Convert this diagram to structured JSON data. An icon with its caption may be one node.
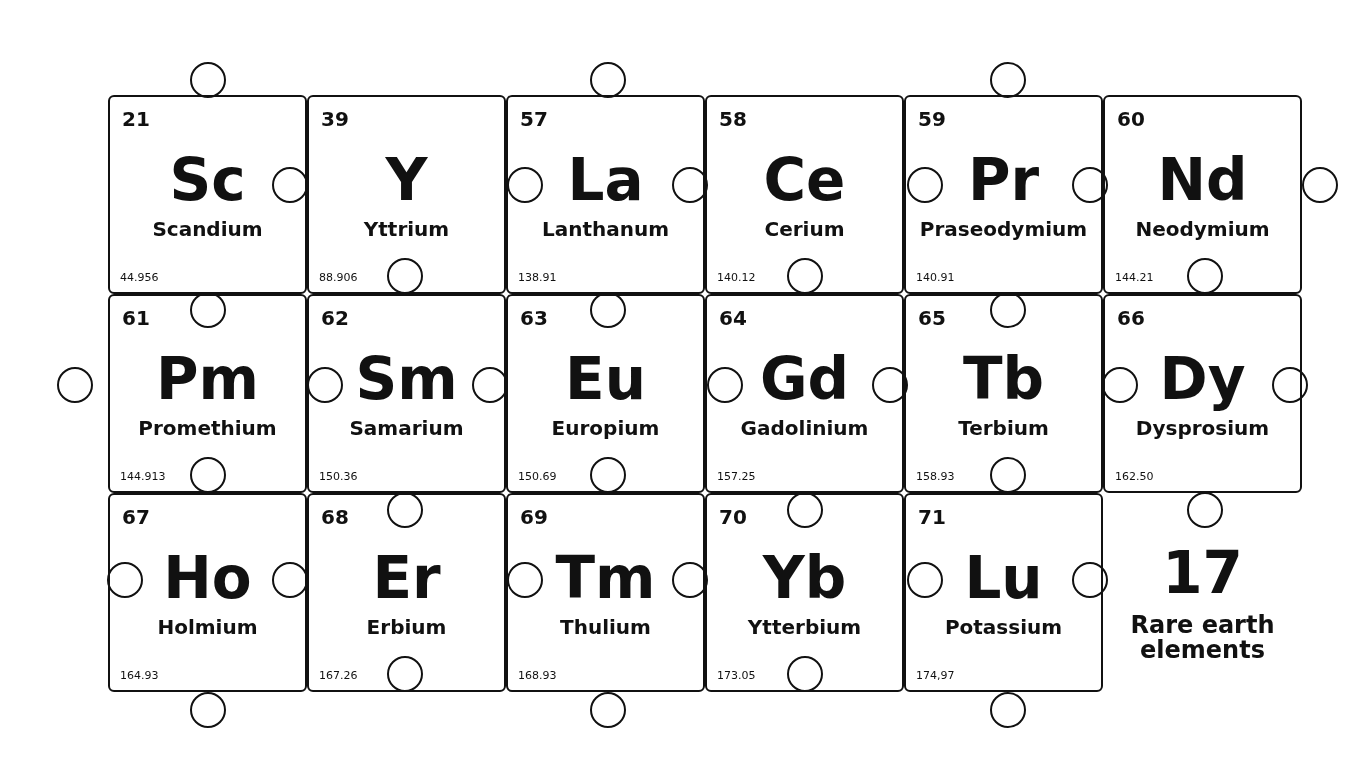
{
  "diagram": {
    "nodes": [
      {
        "text": [
          "21",
          "Sc",
          "Scandium",
          "44.956"
        ]
      },
      {
        "text": [
          "39",
          "Y",
          "Yttrium",
          "88.906"
        ]
      },
      {
        "text": [
          "57",
          "La",
          "Lanthanum",
          "138.91"
        ]
      },
      {
        "text": [
          "58",
          "Ce",
          "Cerium",
          "140.12"
        ]
      },
      {
        "text": [
          "59",
          "Pr",
          "Praseodymium",
          "140.91"
        ]
      },
      {
        "text": [
          "60",
          "Nd",
          "Neodymium",
          "144.21"
        ]
      },
      {
        "text": [
          "61",
          "Pm",
          "Promethium",
          "144.913"
        ]
      },
      {
        "text": [
          "62",
          "Sm",
          "Samarium",
          "150.36"
        ]
      },
      {
        "text": [
          "63",
          "Eu",
          "Europium",
          "150.69"
        ]
      },
      {
        "text": [
          "64",
          "Gd",
          "Gadolinium",
          "157.25"
        ]
      },
      {
        "text": [
          "65",
          "Tb",
          "Terbium",
          "158.93"
        ]
      },
      {
        "text": [
          "66",
          "Dy",
          "Dysprosium",
          "162.50"
        ]
      },
      {
        "text": [
          "67",
          "Ho",
          "Holmium",
          "164.93"
        ]
      },
      {
        "text": [
          "68",
          "Er",
          "Erbium",
          "167.26"
        ]
      },
      {
        "text": [
          "69",
          "Tm",
          "Thulium",
          "168.93"
        ]
      },
      {
        "text": [
          "70",
          "Yb",
          "Ytterbium",
          "173.05"
        ]
      },
      {
        "text": [
          "71",
          "Lu",
          "Potassium",
          "174,97"
        ]
      }
    ],
    "labels": [
      "17",
      "Rare earth elements"
    ]
  }
}
